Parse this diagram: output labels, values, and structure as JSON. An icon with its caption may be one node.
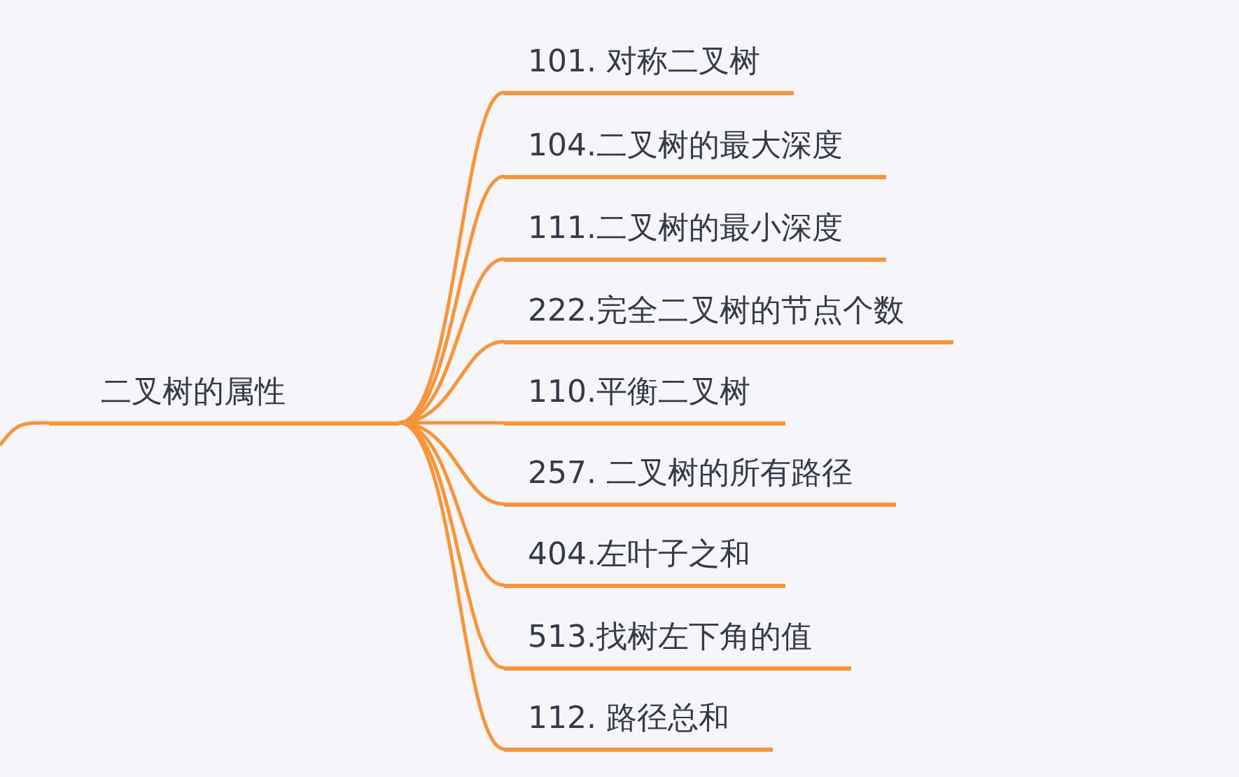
{
  "diagram": {
    "nodes": [
      {
        "text": [
          "二叉树的属性"
        ]
      },
      {
        "text": [
          "101. 对称二叉树"
        ]
      },
      {
        "text": [
          "104.二叉树的最大深度"
        ]
      },
      {
        "text": [
          "111.二叉树的最小深度"
        ]
      },
      {
        "text": [
          "222.完全二叉树的节点个数"
        ]
      },
      {
        "text": [
          "110.平衡二叉树"
        ]
      },
      {
        "text": [
          "257. 二叉树的所有路径"
        ]
      },
      {
        "text": [
          "404.左叶子之和"
        ]
      },
      {
        "text": [
          "513.找树左下角的值"
        ]
      },
      {
        "text": [
          "112. 路径总和"
        ]
      }
    ],
    "edges": [
      {
        "from": null,
        "to": 0,
        "arrow": "none"
      },
      {
        "from": 0,
        "to": 1,
        "arrow": "none"
      },
      {
        "from": 0,
        "to": 2,
        "arrow": "none"
      },
      {
        "from": 0,
        "to": 3,
        "arrow": "none"
      },
      {
        "from": 0,
        "to": 4,
        "arrow": "none"
      },
      {
        "from": 0,
        "to": 5,
        "arrow": "none"
      },
      {
        "from": 0,
        "to": 6,
        "arrow": "none"
      },
      {
        "from": 0,
        "to": 7,
        "arrow": "none"
      },
      {
        "from": 0,
        "to": 8,
        "arrow": "none"
      },
      {
        "from": 0,
        "to": 9,
        "arrow": "none"
      }
    ]
  }
}
